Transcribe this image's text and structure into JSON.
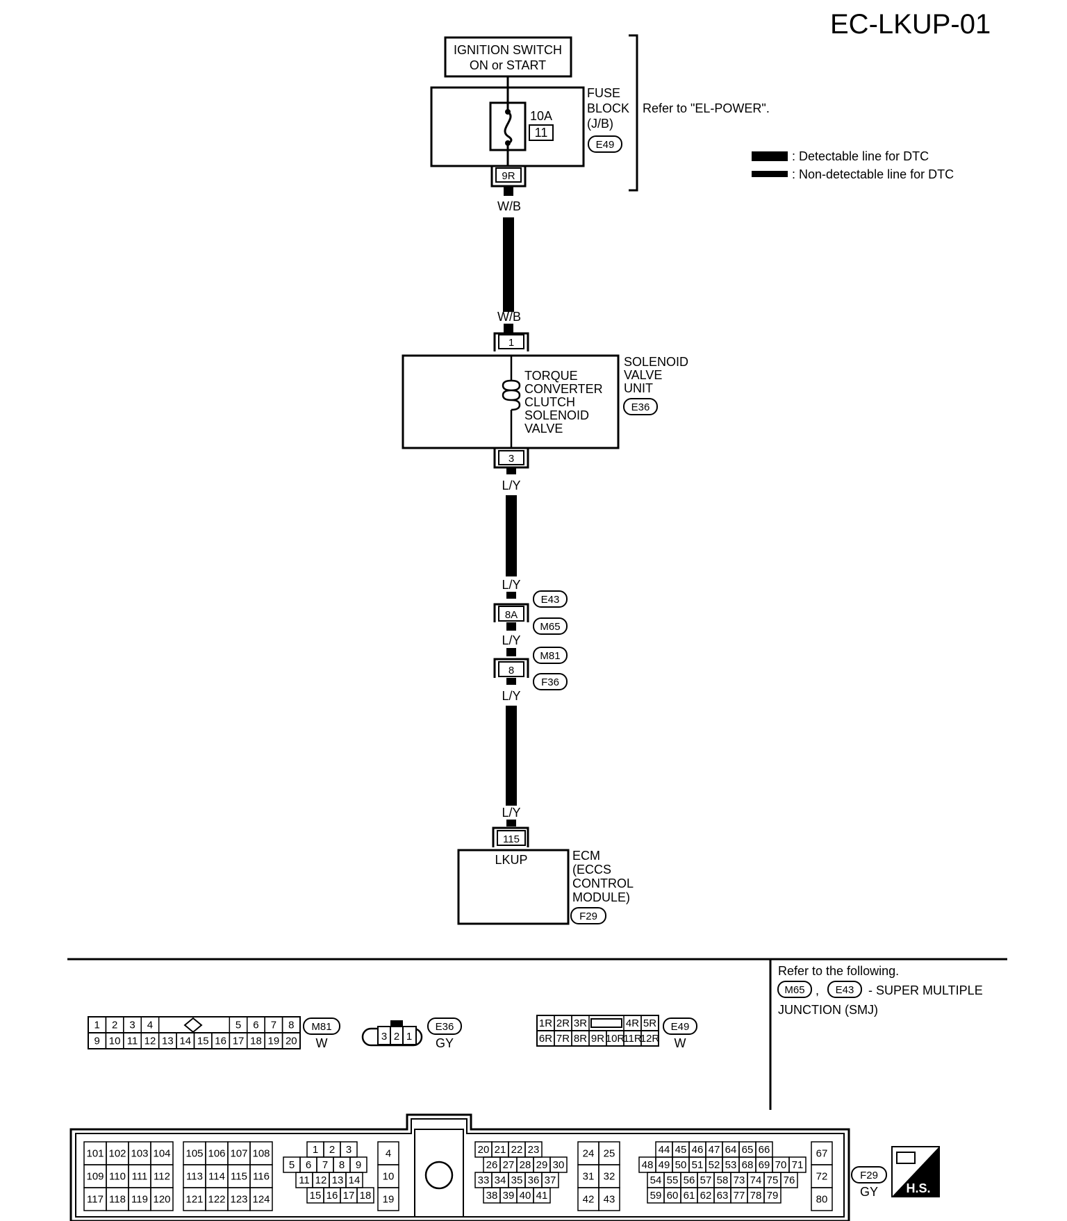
{
  "page_id": "EC-LKUP-01",
  "legend": {
    "detectable": ": Detectable line for DTC",
    "non_detectable": ": Non-detectable line for DTC"
  },
  "ignition": {
    "line1": "IGNITION SWITCH",
    "line2": "ON or START"
  },
  "fuse_block": {
    "line1": "FUSE",
    "line2": "BLOCK",
    "line3": "(J/B)",
    "connector": "E49",
    "rating": "10A",
    "fuse_no": "11",
    "terminal": "9R",
    "refer": "Refer to \"EL-POWER\"."
  },
  "wires": {
    "wb": "W/B",
    "ly": "L/Y"
  },
  "solenoid": {
    "pin_in": "1",
    "pin_out": "3",
    "name_lines": [
      "TORQUE",
      "CONVERTER",
      "CLUTCH",
      "SOLENOID",
      "VALVE"
    ],
    "unit_lines": [
      "SOLENOID",
      "VALVE",
      "UNIT"
    ],
    "connector": "E36"
  },
  "junction1": {
    "pin": "8A",
    "conn_top": "E43",
    "conn_bottom": "M65"
  },
  "junction2": {
    "pin": "8",
    "conn_top": "M81",
    "conn_bottom": "F36"
  },
  "ecm": {
    "pin": "115",
    "terminal": "LKUP",
    "lines": [
      "ECM",
      "(ECCS",
      "CONTROL",
      "MODULE)"
    ],
    "connector": "F29"
  },
  "refer_note": {
    "line1": "Refer to the following.",
    "conn_a": "M65",
    "sep": ",",
    "conn_b": "E43",
    "line2_suffix": "- SUPER MULTIPLE",
    "line3": "JUNCTION (SMJ)"
  },
  "connector_views": {
    "m81": {
      "id": "M81",
      "color": "W",
      "top": [
        "1",
        "2",
        "3",
        "4",
        "5",
        "6",
        "7",
        "8"
      ],
      "bottom": [
        "9",
        "10",
        "11",
        "12",
        "13",
        "14",
        "15",
        "16",
        "17",
        "18",
        "19",
        "20"
      ]
    },
    "e36": {
      "id": "E36",
      "color": "GY",
      "pins": [
        "3",
        "2",
        "1"
      ]
    },
    "e49": {
      "id": "E49",
      "color": "W",
      "top": [
        "1R",
        "2R",
        "3R",
        "4R",
        "5R"
      ],
      "bottom": [
        "6R",
        "7R",
        "8R",
        "9R",
        "10R",
        "11R",
        "12R"
      ]
    },
    "f29": {
      "id": "F29",
      "color": "GY",
      "g1": [
        [
          "101",
          "102",
          "103",
          "104"
        ],
        [
          "109",
          "110",
          "111",
          "112"
        ],
        [
          "117",
          "118",
          "119",
          "120"
        ]
      ],
      "g2": [
        [
          "105",
          "106",
          "107",
          "108"
        ],
        [
          "113",
          "114",
          "115",
          "116"
        ],
        [
          "121",
          "122",
          "123",
          "124"
        ]
      ],
      "g3": [
        [
          "1",
          "2",
          "3"
        ],
        [
          "5",
          "6",
          "7",
          "8",
          "9"
        ],
        [
          "11",
          "12",
          "13",
          "14"
        ],
        [
          "15",
          "16",
          "17",
          "18"
        ]
      ],
      "g4": [
        "4",
        "10",
        "19"
      ],
      "g5": [
        [
          "20",
          "21",
          "22",
          "23"
        ],
        [
          "26",
          "27",
          "28",
          "29",
          "30"
        ],
        [
          "33",
          "34",
          "35",
          "36",
          "37"
        ],
        [
          "38",
          "39",
          "40",
          "41"
        ]
      ],
      "g6": [
        [
          "24",
          "25"
        ],
        [
          "31",
          "32"
        ],
        [
          "42",
          "43"
        ]
      ],
      "g7": [
        [
          "44",
          "45",
          "46",
          "47",
          "64",
          "65",
          "66"
        ],
        [
          "48",
          "49",
          "50",
          "51",
          "52",
          "53",
          "68",
          "69",
          "70",
          "71"
        ],
        [
          "54",
          "55",
          "56",
          "57",
          "58",
          "73",
          "74",
          "75",
          "76"
        ],
        [
          "59",
          "60",
          "61",
          "62",
          "63",
          "77",
          "78",
          "79"
        ]
      ],
      "g8": [
        "67",
        "72",
        "80"
      ]
    }
  },
  "hs_label": "H.S."
}
